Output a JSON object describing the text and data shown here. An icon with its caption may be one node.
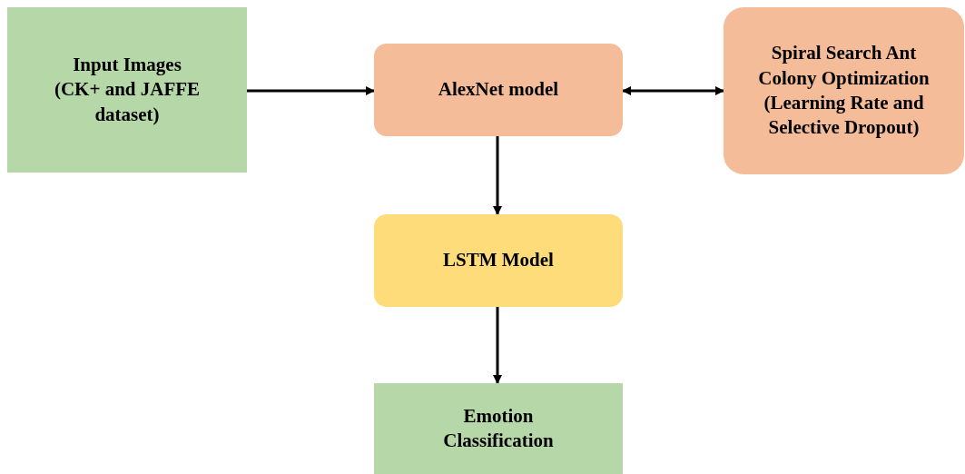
{
  "diagram": {
    "nodes": [
      {
        "text": [
          "Input Images (CK+ and JAFFE dataset)"
        ]
      },
      {
        "text": [
          "AlexNet model"
        ]
      },
      {
        "text": [
          "Spiral Search Ant Colony Optimization (Learning Rate and Selective Dropout)"
        ]
      },
      {
        "text": [
          "LSTM Model"
        ]
      },
      {
        "text": [
          "Emotion Classification"
        ]
      }
    ],
    "edges": [
      {
        "from": 0,
        "to": 1,
        "arrow": "to"
      },
      {
        "from": 1,
        "to": 2,
        "arrow": "both"
      },
      {
        "from": 1,
        "to": 3,
        "arrow": "to"
      },
      {
        "from": 3,
        "to": 4,
        "arrow": "to"
      }
    ]
  }
}
